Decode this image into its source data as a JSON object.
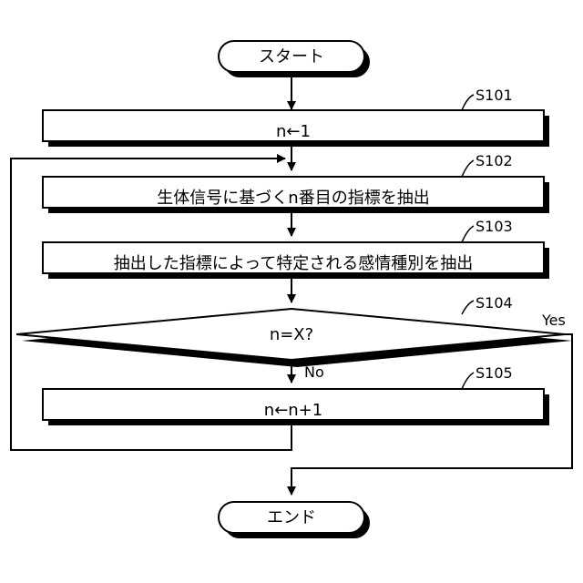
{
  "terminals": {
    "start": "スタート",
    "end": "エンド"
  },
  "steps": [
    {
      "id": "S101",
      "text": "n←1"
    },
    {
      "id": "S102",
      "text": "生体信号に基づくn番目の指標を抽出"
    },
    {
      "id": "S103",
      "text": "抽出した指標によって特定される感情種別を抽出"
    },
    {
      "id": "S104",
      "text": "n=X?"
    },
    {
      "id": "S105",
      "text": "n←n+1"
    }
  ],
  "branches": {
    "yes": "Yes",
    "no": "No"
  }
}
